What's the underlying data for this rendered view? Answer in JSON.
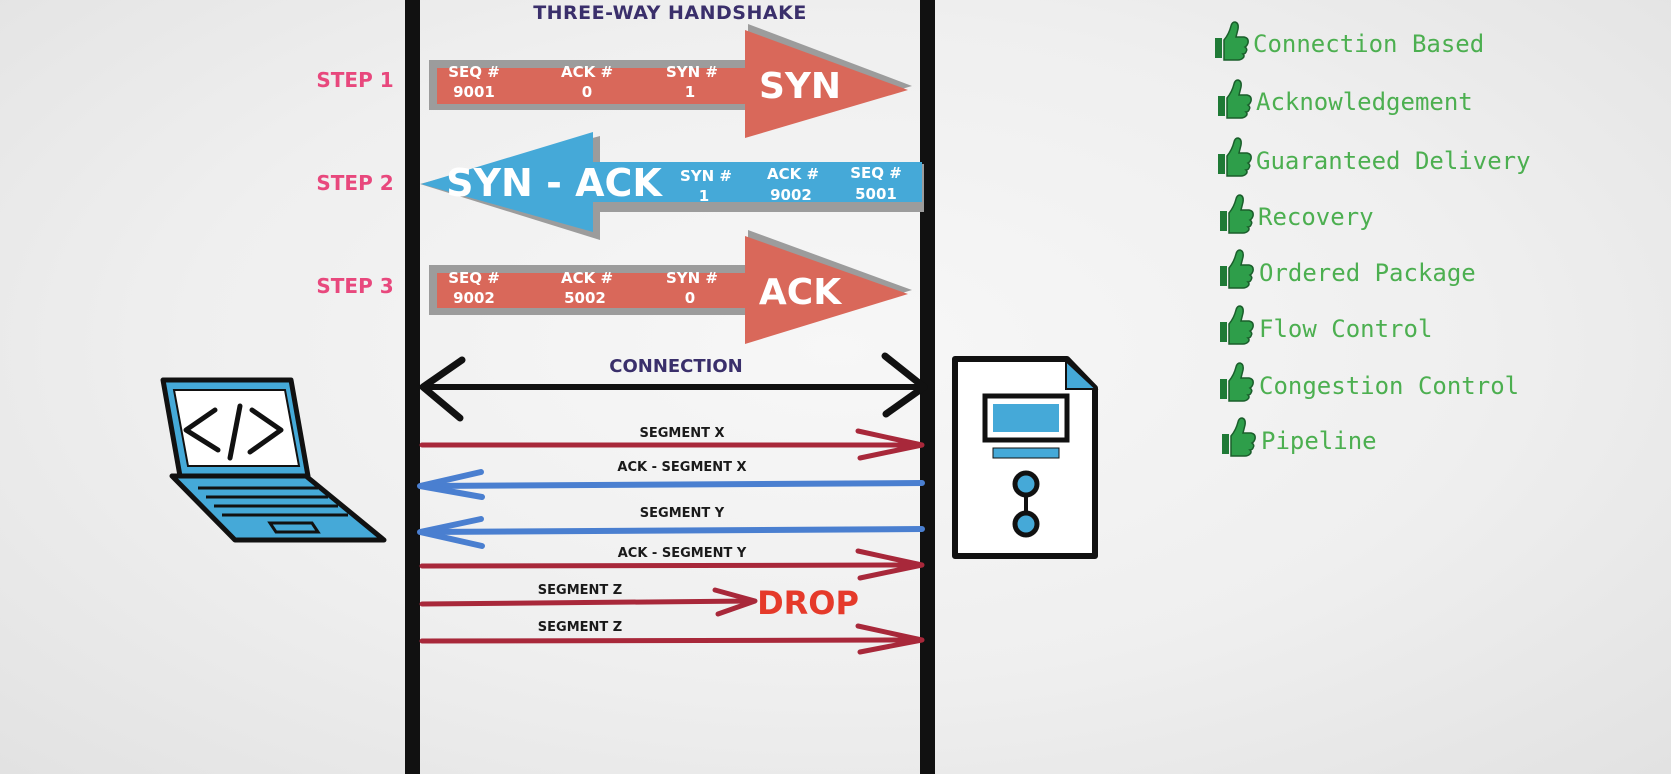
{
  "title": "THREE-WAY HANDSHAKE",
  "steps": [
    {
      "label": "STEP 1",
      "type": "SYN",
      "fields": [
        {
          "name": "SEQ #",
          "value": "9001"
        },
        {
          "name": "ACK #",
          "value": "0"
        },
        {
          "name": "SYN #",
          "value": "1"
        }
      ]
    },
    {
      "label": "STEP 2",
      "type": "SYN - ACK",
      "fields": [
        {
          "name": "SYN #",
          "value": "1"
        },
        {
          "name": "ACK #",
          "value": "9002"
        },
        {
          "name": "SEQ #",
          "value": "5001"
        }
      ]
    },
    {
      "label": "STEP 3",
      "type": "ACK",
      "fields": [
        {
          "name": "SEQ #",
          "value": "9002"
        },
        {
          "name": "ACK #",
          "value": "5002"
        },
        {
          "name": "SYN #",
          "value": "0"
        }
      ]
    }
  ],
  "connection_label": "CONNECTION",
  "segments": [
    {
      "label": "SEGMENT X",
      "direction": "right"
    },
    {
      "label": "ACK - SEGMENT X",
      "direction": "left"
    },
    {
      "label": "SEGMENT Y",
      "direction": "left"
    },
    {
      "label": "ACK - SEGMENT Y",
      "direction": "right"
    },
    {
      "label": "SEGMENT Z",
      "direction": "right",
      "dropped": true
    },
    {
      "label": "SEGMENT Z",
      "direction": "right"
    }
  ],
  "drop_label": "DROP",
  "features": [
    "Connection Based",
    "Acknowledgement",
    "Guaranteed Delivery",
    "Recovery",
    "Ordered Package",
    "Flow Control",
    "Congestion Control",
    "Pipeline"
  ],
  "client_icon": "laptop-code-icon",
  "server_icon": "server-document-icon",
  "feature_icon": "thumbs-up-icon",
  "colors": {
    "step_arrow_red": "#d9685a",
    "step_arrow_blue": "#45a9d8",
    "segment_red": "#a8283a",
    "segment_blue": "#4a7fd0",
    "step_label": "#e8487d",
    "feature_green": "#4caf50",
    "drop_red": "#e53a2a",
    "title_purple": "#3a2f6b"
  }
}
